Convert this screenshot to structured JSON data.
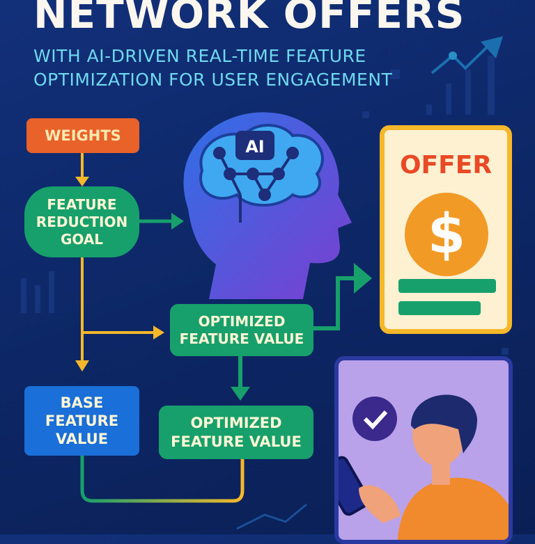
{
  "header": {
    "title": "NETWORK OFFERS",
    "subtitle_line1": "WITH AI-DRIVEN REAL-TIME FEATURE",
    "subtitle_line2": "OPTIMIZATION FOR USER ENGAGEMENT"
  },
  "flow": {
    "weights": "WEIGHTS",
    "feature_reduction_goal": [
      "FEATURE",
      "REDUCTION",
      "GOAL"
    ],
    "optimized_feature_value_top": [
      "OPTIMIZED",
      "FEATURE VALUE"
    ],
    "base_feature_value": [
      "BASE",
      "FEATURE",
      "VALUE"
    ],
    "optimized_feature_value_bottom": [
      "OPTIMIZED",
      "FEATURE VALUE"
    ]
  },
  "ai": {
    "label": "AI"
  },
  "offer_card": {
    "title": "OFFER",
    "symbol": "$"
  },
  "colors": {
    "orange": "#e8622a",
    "green": "#17a06b",
    "blue": "#1a6fd8",
    "yellow": "#f5b82a",
    "cyan": "#6fd9ee",
    "purple": "#b9a2ea"
  }
}
